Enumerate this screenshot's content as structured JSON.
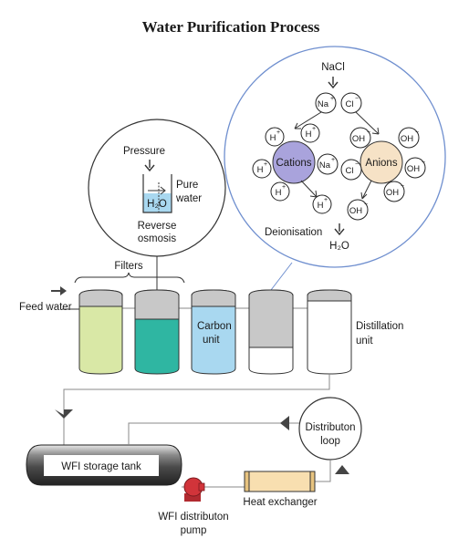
{
  "title": "Water Purification Process",
  "deionisation": {
    "input": "NaCl",
    "na_ion": "Na",
    "cl_ion": "Cl",
    "h_ion": "H",
    "oh_ion": "OH",
    "plus": "+",
    "minus": "−",
    "cations_label": "Cations",
    "anions_label": "Anions",
    "caption": "Deionisation",
    "output": "H₂O"
  },
  "reverse_osmosis": {
    "pressure_label": "Pressure",
    "h2o_label": "H₂O",
    "pure_water_line1": "Pure",
    "pure_water_line2": "water",
    "caption_line1": "Reverse",
    "caption_line2": "osmosis"
  },
  "process": {
    "filters_label": "Filters",
    "feed_water_label": "Feed water",
    "carbon_unit_line1": "Carbon",
    "carbon_unit_line2": "unit",
    "distillation_line1": "Distillation",
    "distillation_line2": "unit",
    "storage_tank_label": "WFI storage tank",
    "distribution_loop_line1": "Distributon",
    "distribution_loop_line2": "loop",
    "heat_exchanger_label": "Heat exchanger",
    "pump_line1": "WFI distributon",
    "pump_line2": "pump"
  },
  "colors": {
    "filter_1": "#d9e8a6",
    "filter_2": "#2fb6a2",
    "carbon_unit": "#a9d8f0",
    "vessel_top": "#c8c8c8",
    "heat_exchanger": "#f8dfb0",
    "pump": "#d1343a",
    "cations": "#a9a3dc",
    "anions": "#f6e2c6",
    "circle_stroke": "#6f8fcf"
  }
}
